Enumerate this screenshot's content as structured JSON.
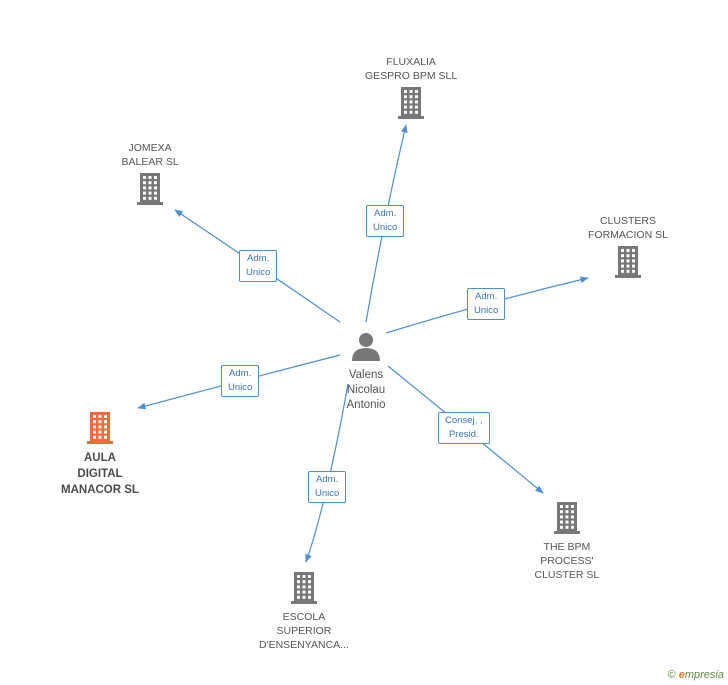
{
  "colors": {
    "edge": "#4a90d9",
    "building": "#777777",
    "building_active": "#f26a3a",
    "person": "#777777"
  },
  "center": {
    "name_lines": [
      "Valens",
      "Nicolau",
      "Antonio"
    ],
    "icon": "person-icon"
  },
  "companies": [
    {
      "id": "fluxalia",
      "name_lines": [
        "FLUXALIA",
        "GESPRO BPM SLL"
      ],
      "label_pos": "above",
      "active": false,
      "icon": "building-icon"
    },
    {
      "id": "jomexa",
      "name_lines": [
        "JOMEXA",
        "BALEAR SL"
      ],
      "label_pos": "above",
      "active": false,
      "icon": "building-icon"
    },
    {
      "id": "clusters",
      "name_lines": [
        "CLUSTERS",
        "FORMACION  SL"
      ],
      "label_pos": "above",
      "active": false,
      "icon": "building-icon"
    },
    {
      "id": "aula",
      "name_lines": [
        "AULA",
        "DIGITAL",
        "MANACOR SL"
      ],
      "label_pos": "below",
      "active": true,
      "icon": "building-icon"
    },
    {
      "id": "escola",
      "name_lines": [
        "ESCOLA",
        "SUPERIOR",
        "D'ENSENYANCA..."
      ],
      "label_pos": "below",
      "active": false,
      "icon": "building-icon"
    },
    {
      "id": "bpm",
      "name_lines": [
        "THE BPM",
        "PROCESS'",
        "CLUSTER SL"
      ],
      "label_pos": "below",
      "active": false,
      "icon": "building-icon"
    }
  ],
  "edges": [
    {
      "to": "fluxalia",
      "label_lines": [
        "Adm.",
        "Unico"
      ]
    },
    {
      "to": "jomexa",
      "label_lines": [
        "Adm.",
        "Unico"
      ]
    },
    {
      "to": "clusters",
      "label_lines": [
        "Adm.",
        "Unico"
      ]
    },
    {
      "to": "aula",
      "label_lines": [
        "Adm.",
        "Unico"
      ]
    },
    {
      "to": "escola",
      "label_lines": [
        "Adm.",
        "Unico"
      ]
    },
    {
      "to": "bpm",
      "label_lines": [
        "Consej. ,",
        "Presid."
      ]
    }
  ],
  "footer": {
    "copyright_symbol": "©",
    "brand_initial": "e",
    "brand_rest": "mpresia"
  }
}
